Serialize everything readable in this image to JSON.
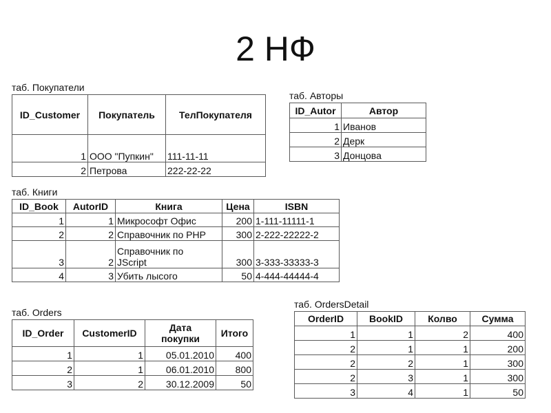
{
  "slide": {
    "title": "2 НФ",
    "background_color": "#ffffff",
    "text_color": "#111111",
    "table_border_color": "#595959"
  },
  "tables": {
    "customers": {
      "label": "таб. Покупатели",
      "headers": [
        "ID_Customer",
        "Покупатель",
        "ТелПокупателя"
      ],
      "rows": [
        [
          "1",
          "ООО \"Пупкин\"",
          "111-11-11"
        ],
        [
          "2",
          "Петрова",
          "222-22-22"
        ]
      ]
    },
    "authors": {
      "label": "таб. Авторы",
      "headers": [
        "ID_Autor",
        "Автор"
      ],
      "rows": [
        [
          "1",
          "Иванов"
        ],
        [
          "2",
          "Дерк"
        ],
        [
          "3",
          "Донцова"
        ]
      ]
    },
    "books": {
      "label": "таб. Книги",
      "headers": [
        "ID_Book",
        "AutorID",
        "Книга",
        "Цена",
        "ISBN"
      ],
      "rows": [
        [
          "1",
          "1",
          "Микрософт Офис",
          "200",
          "1-111-11111-1"
        ],
        [
          "2",
          "2",
          "Справочник по PHP",
          "300",
          "2-222-22222-2"
        ],
        [
          "3",
          "2",
          "Справочник по\nJScript",
          "300",
          "3-333-33333-3"
        ],
        [
          "4",
          "3",
          "Убить лысого",
          "50",
          "4-444-44444-4"
        ]
      ]
    },
    "orders": {
      "label": "таб. Orders",
      "headers": [
        "ID_Order",
        "CustomerID",
        "Дата\nпокупки",
        "Итого"
      ],
      "rows": [
        [
          "1",
          "1",
          "05.01.2010",
          "400"
        ],
        [
          "2",
          "1",
          "06.01.2010",
          "800"
        ],
        [
          "3",
          "2",
          "30.12.2009",
          "50"
        ]
      ]
    },
    "orders_detail": {
      "label": "таб. OrdersDetail",
      "headers": [
        "OrderID",
        "BookID",
        "Колво",
        "Сумма"
      ],
      "rows": [
        [
          "1",
          "1",
          "2",
          "400"
        ],
        [
          "2",
          "1",
          "1",
          "200"
        ],
        [
          "2",
          "2",
          "1",
          "300"
        ],
        [
          "2",
          "3",
          "1",
          "300"
        ],
        [
          "3",
          "4",
          "1",
          "50"
        ]
      ]
    }
  }
}
